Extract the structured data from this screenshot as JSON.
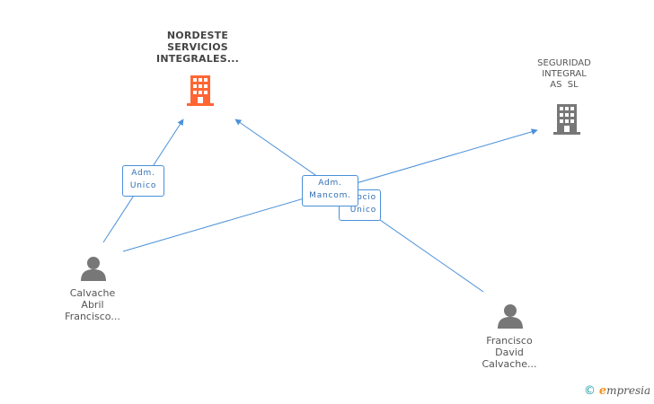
{
  "colors": {
    "edge": "#4a90d9",
    "main_company": "#ff6633",
    "company": "#777777",
    "person": "#777777"
  },
  "nodes": {
    "nordeste": {
      "lines": [
        "NORDESTE",
        "SERVICIOS",
        "INTEGRALES..."
      ],
      "icon": "building-icon"
    },
    "seguridad": {
      "lines": [
        "SEGURIDAD",
        "INTEGRAL",
        "AS  SL"
      ],
      "icon": "building-icon"
    },
    "calvache": {
      "lines": [
        "Calvache",
        "Abril",
        "Francisco..."
      ],
      "icon": "person-icon"
    },
    "francisco": {
      "lines": [
        "Francisco",
        "David",
        "Calvache..."
      ],
      "icon": "person-icon"
    }
  },
  "edges": {
    "e1": {
      "lines": [
        "Adm.",
        "Unico"
      ]
    },
    "e2": {
      "lines": [
        "Socio",
        "Único"
      ]
    },
    "e3": {
      "lines": [
        "Adm.",
        "Mancom."
      ]
    }
  },
  "brand": {
    "copyright": "©",
    "e": "e",
    "rest": "mpresia"
  }
}
